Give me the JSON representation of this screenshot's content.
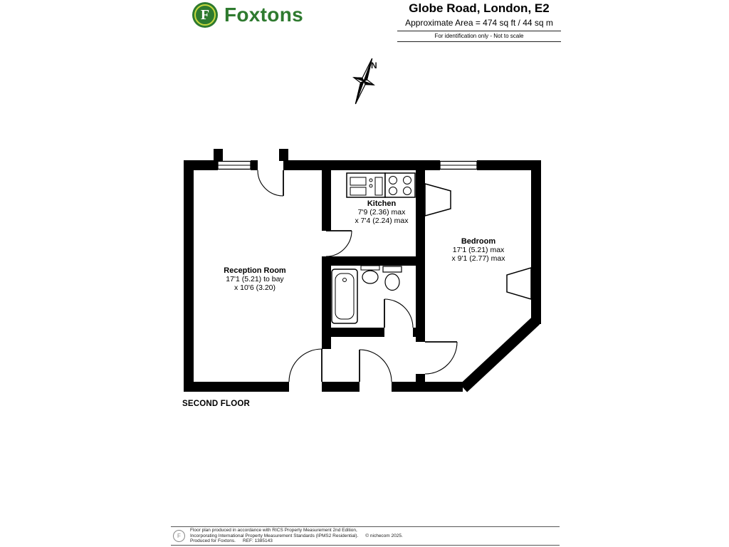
{
  "brand": {
    "name": "Foxtons",
    "logo_letter": "F"
  },
  "header": {
    "title": "Globe Road, London, E2",
    "area_line": "Approximate Area = 474 sq ft / 44 sq m",
    "note": "For identification only - Not to scale"
  },
  "compass": {
    "north_label": "N"
  },
  "plan": {
    "floor_label": "SECOND FLOOR",
    "rooms": [
      {
        "name": "Reception Room",
        "dim_line1": "17'1 (5.21) to bay",
        "dim_line2": "x 10'6 (3.20)"
      },
      {
        "name": "Kitchen",
        "dim_line1": "7'9 (2.36) max",
        "dim_line2": "x 7'4 (2.24) max"
      },
      {
        "name": "Bedroom",
        "dim_line1": "17'1 (5.21) max",
        "dim_line2": "x 9'1 (2.77) max"
      }
    ]
  },
  "footer": {
    "line1": "Floor plan produced in accordance with RICS Property Measurement 2nd Edition,",
    "line2": "Incorporating International Property Measurement Standards (IPMS2 Residential).",
    "copyright": "© nichecom 2025.",
    "line3": "Produced for Foxtons.",
    "ref": "REF: 1385143"
  },
  "colors": {
    "brand_green": "#2e7a2f",
    "logo_ring": "#c6d93f",
    "wall": "#000000"
  }
}
